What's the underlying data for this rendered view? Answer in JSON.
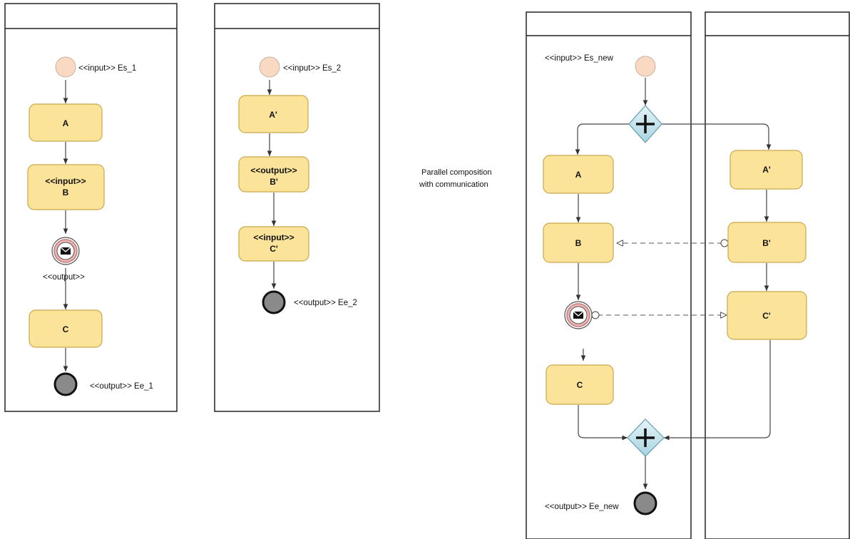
{
  "diagram1": {
    "start_label": "<<input>> Es_1",
    "activity_a": "A",
    "activity_b_stereotype": "<<input>>",
    "activity_b": "B",
    "message_label": "<<output>>",
    "activity_c": "C",
    "end_label": "<<output>> Ee_1"
  },
  "diagram2": {
    "start_label": "<<input>> Es_2",
    "activity_a": "A'",
    "activity_b_stereotype": "<<output>>",
    "activity_b": "B'",
    "activity_c_stereotype": "<<input>>",
    "activity_c": "C'",
    "end_label": "<<output>> Ee_2"
  },
  "composition_caption": {
    "line1": "Parallel composition",
    "line2": "with communication"
  },
  "diagram3": {
    "start_label": "<<input>> Es_new",
    "activity_a": "A",
    "activity_b": "B",
    "activity_c": "C",
    "activity_a2": "A'",
    "activity_b2": "B'",
    "activity_c2": "C'",
    "end_label": "<<output>> Ee_new"
  },
  "colors": {
    "activity_fill": "#fbe49a",
    "activity_stroke": "#c9a84a",
    "start_fill": "#f9d9c2",
    "end_fill": "#8a8a8a",
    "gateway_fill": "#c7e6ee",
    "message_ring": "#c87a7a"
  }
}
